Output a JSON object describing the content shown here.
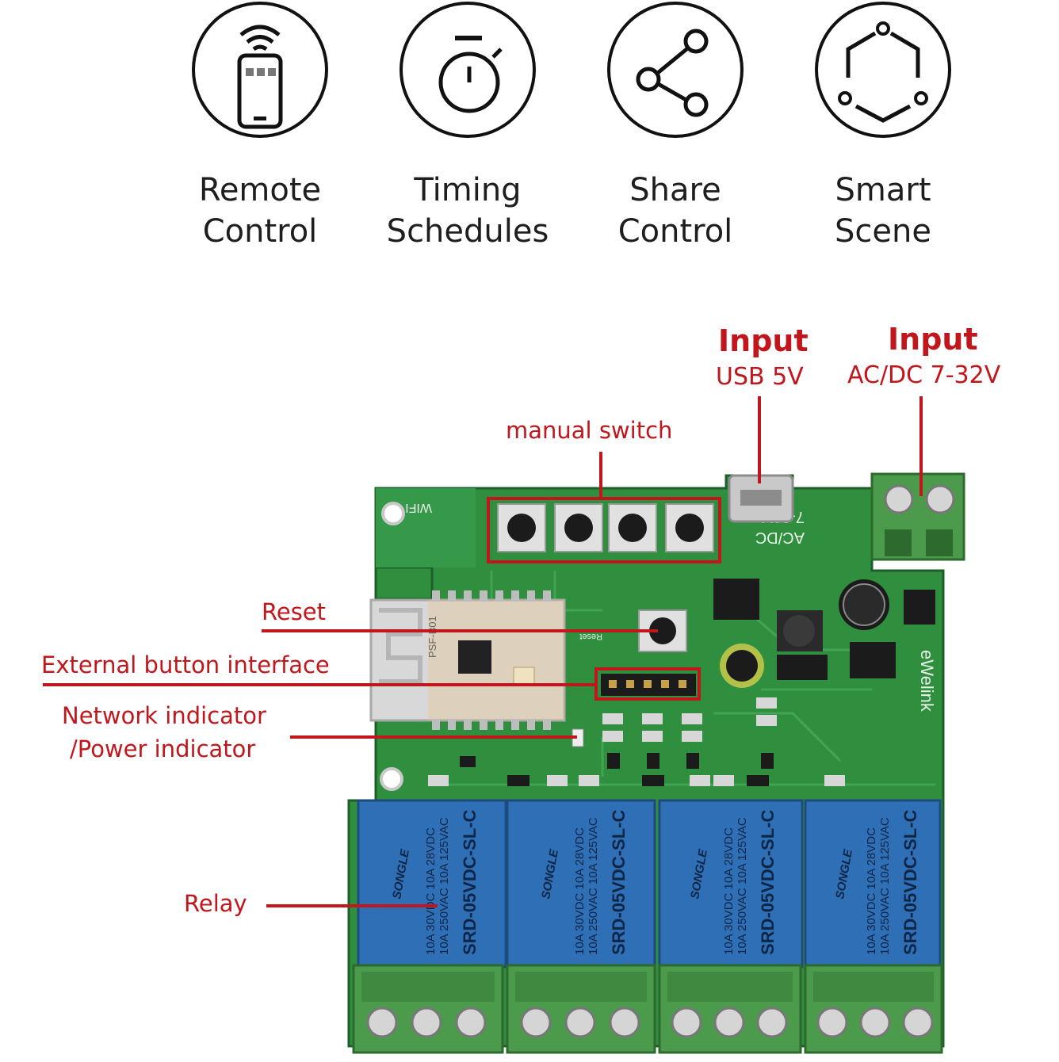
{
  "features": [
    {
      "icon": "phone-wifi-icon",
      "label": "Remote\nControl"
    },
    {
      "icon": "stopwatch-icon",
      "label": "Timing\nSchedules"
    },
    {
      "icon": "share-icon",
      "label": "Share\nControl"
    },
    {
      "icon": "smart-scene-icon",
      "label": "Smart\nScene"
    }
  ],
  "callouts": {
    "usb_title": "Input",
    "usb_sub": "USB 5V",
    "acdc_title": "Input",
    "acdc_sub": "AC/DC 7-32V",
    "manual_switch": "manual switch",
    "reset": "Reset",
    "external_button": "External button interface",
    "network_indicator_1": "Network indicator",
    "network_indicator_2": "/Power indicator",
    "relay": "Relay"
  },
  "board": {
    "silk_wifi": "WIFI",
    "silk_acdc": "AC/DC",
    "silk_voltage": "7-32V",
    "silk_brand": "eWelink",
    "silk_reset": "Reset",
    "module_label": "PSF-B01",
    "relay_brand": "SONGLE",
    "relay_model": "SRD-05VDC-SL-C",
    "relay_rating_1": "10A 250VAC  10A 125VAC",
    "relay_rating_2": "10A 30VDC  10A 28VDC"
  },
  "colors": {
    "annotation": "#c1161c",
    "pcb": "#2f8f3e",
    "relay": "#2f6fb5",
    "terminal": "#4c9b4c"
  }
}
